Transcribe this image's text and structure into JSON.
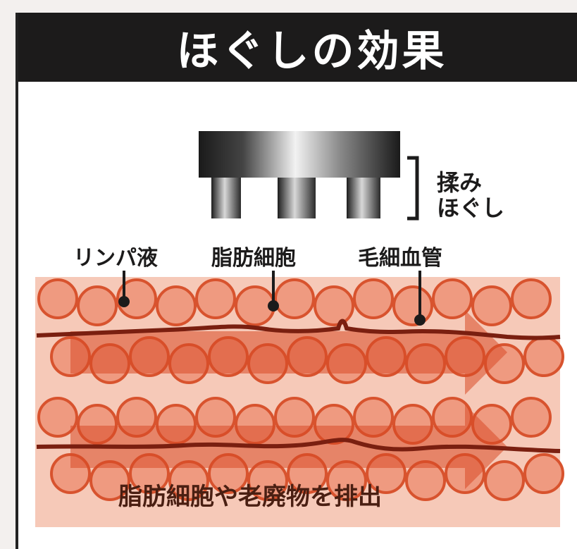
{
  "title": "ほぐしの効果",
  "labels": {
    "bracket_line1": "揉み",
    "bracket_line2": "ほぐし",
    "lymph": "リンパ液",
    "fat_cell": "脂肪細胞",
    "capillary": "毛細血管",
    "bottom": "脂肪細胞や老廃物を排出"
  },
  "colors": {
    "header": "#1c1b1b",
    "cell_fill": "#ef9a80",
    "cell_stroke": "#d8532e",
    "tissue": "#f6c9b8",
    "arrow": "#d94a26",
    "vessel": "#7a1f10"
  }
}
